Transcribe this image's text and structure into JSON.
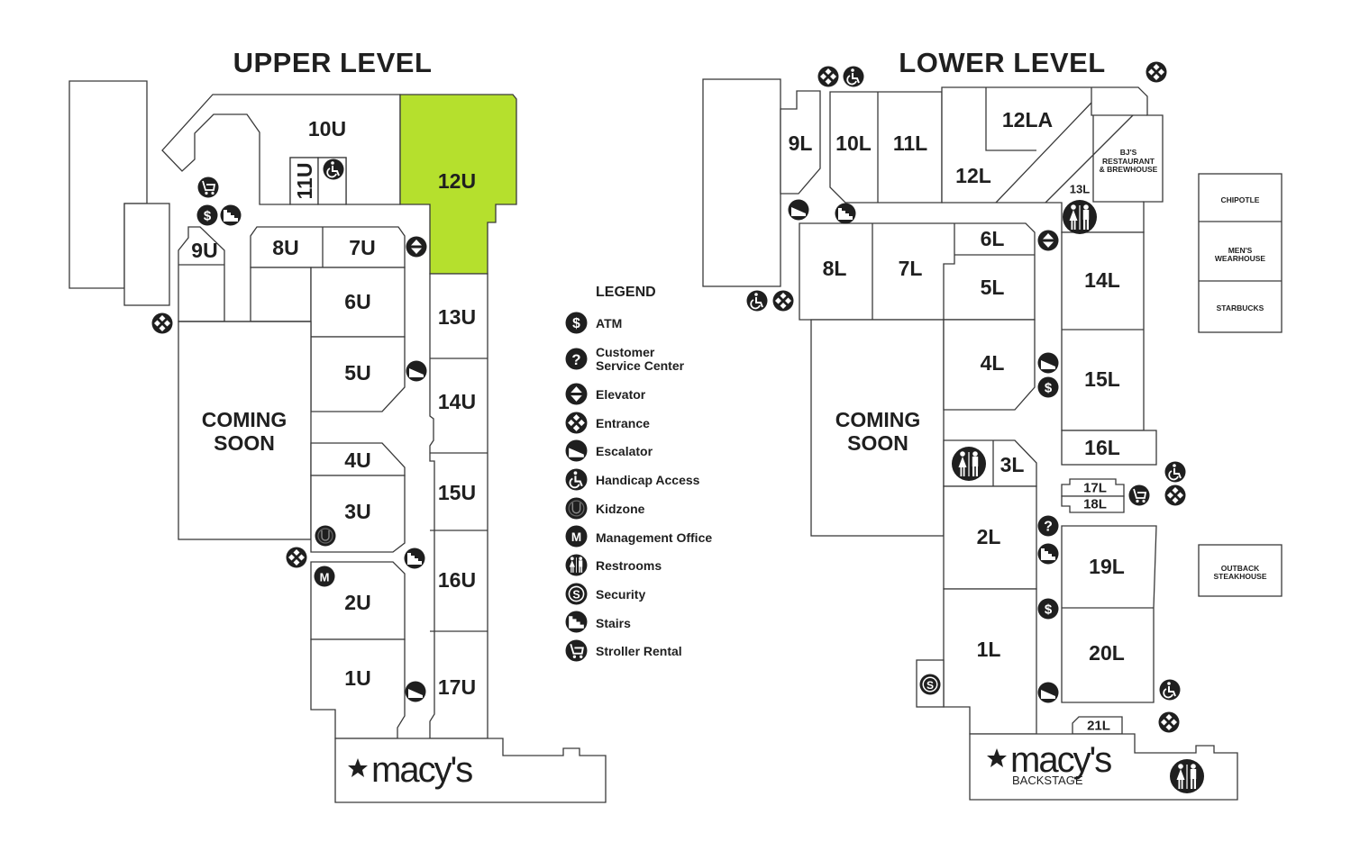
{
  "titles": {
    "upper": "UPPER LEVEL",
    "lower": "LOWER LEVEL"
  },
  "highlight_color": "#b5e02d",
  "upper": {
    "units": {
      "u10": "10U",
      "u11": "11U",
      "u12": "12U",
      "u9": "9U",
      "u8": "8U",
      "u7": "7U",
      "u6": "6U",
      "u5": "5U",
      "u4": "4U",
      "u3": "3U",
      "u2": "2U",
      "u1": "1U",
      "u13": "13U",
      "u14": "14U",
      "u15": "15U",
      "u16": "16U",
      "u17": "17U",
      "coming_soon_1": "COMING",
      "coming_soon_2": "SOON"
    },
    "highlighted_unit": "12U",
    "anchor": "macy's"
  },
  "lower": {
    "units": {
      "l9": "9L",
      "l10": "10L",
      "l11": "11L",
      "l12": "12L",
      "l12a": "12LA",
      "l13": "13L",
      "bjs_1": "BJ'S",
      "bjs_2": "RESTAURANT",
      "bjs_3": "& BREWHOUSE",
      "l8": "8L",
      "l7": "7L",
      "l6": "6L",
      "l5": "5L",
      "l4": "4L",
      "l3": "3L",
      "l2": "2L",
      "l1": "1L",
      "l14": "14L",
      "l15": "15L",
      "l16": "16L",
      "l17": "17L",
      "l18": "18L",
      "l19": "19L",
      "l20": "20L",
      "l21": "21L",
      "coming_soon_1": "COMING",
      "coming_soon_2": "SOON"
    },
    "outparcels": {
      "chipotle": "CHIPOTLE",
      "mens_1": "MEN'S",
      "mens_2": "WEARHOUSE",
      "starbucks": "STARBUCKS",
      "outback_1": "OUTBACK",
      "outback_2": "STEAKHOUSE"
    },
    "anchor": "macy's",
    "anchor_sub": "BACKSTAGE"
  },
  "legend": {
    "title": "LEGEND",
    "items": [
      {
        "icon": "atm-icon",
        "label": "ATM"
      },
      {
        "icon": "customer-service-icon",
        "label": "Customer",
        "label2": "Service Center"
      },
      {
        "icon": "elevator-icon",
        "label": "Elevator"
      },
      {
        "icon": "entrance-icon",
        "label": "Entrance"
      },
      {
        "icon": "escalator-icon",
        "label": "Escalator"
      },
      {
        "icon": "handicap-icon",
        "label": "Handicap Access"
      },
      {
        "icon": "kidzone-icon",
        "label": "Kidzone"
      },
      {
        "icon": "management-office-icon",
        "label": "Management Office"
      },
      {
        "icon": "restrooms-icon",
        "label": "Restrooms"
      },
      {
        "icon": "security-icon",
        "label": "Security"
      },
      {
        "icon": "stairs-icon",
        "label": "Stairs"
      },
      {
        "icon": "stroller-icon",
        "label": "Stroller Rental"
      }
    ]
  },
  "icon_glyphs": {
    "atm": "$",
    "question": "?",
    "management": "M",
    "security": "S"
  }
}
